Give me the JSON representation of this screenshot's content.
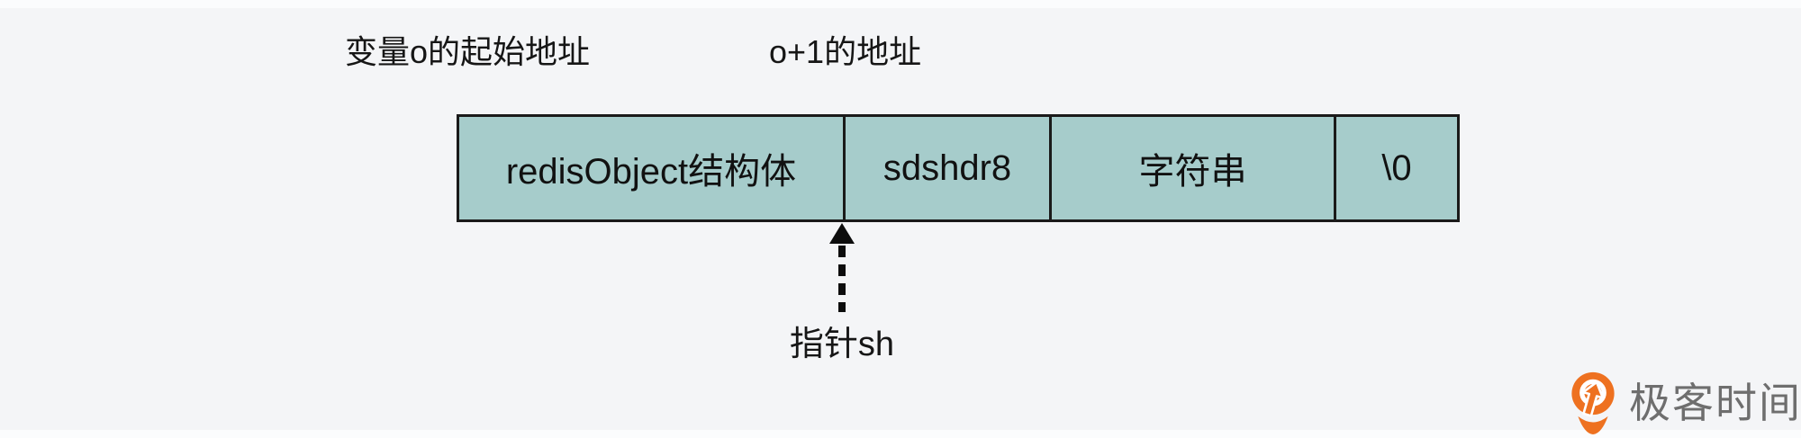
{
  "page": {
    "background_color": "#f4f5f7"
  },
  "diagram": {
    "top_labels": {
      "variable_o_start": "变量o的起始地址",
      "o_plus_1_address": "o+1的地址"
    },
    "memory_bar": {
      "fill_color": "#a6cccb",
      "border_color": "#1a1a1a",
      "cells": [
        {
          "label": "redisObject结构体"
        },
        {
          "label": "sdshdr8"
        },
        {
          "label": "字符串"
        },
        {
          "label": "\\0"
        }
      ]
    },
    "pointer": {
      "label": "指针sh",
      "arrow_style": "dashed-up-arrow"
    }
  },
  "branding": {
    "logo_icon": "geektime-pin-icon",
    "logo_text": "极客时间",
    "logo_orange": "#ee7120",
    "logo_text_color": "#6e6e6e"
  }
}
